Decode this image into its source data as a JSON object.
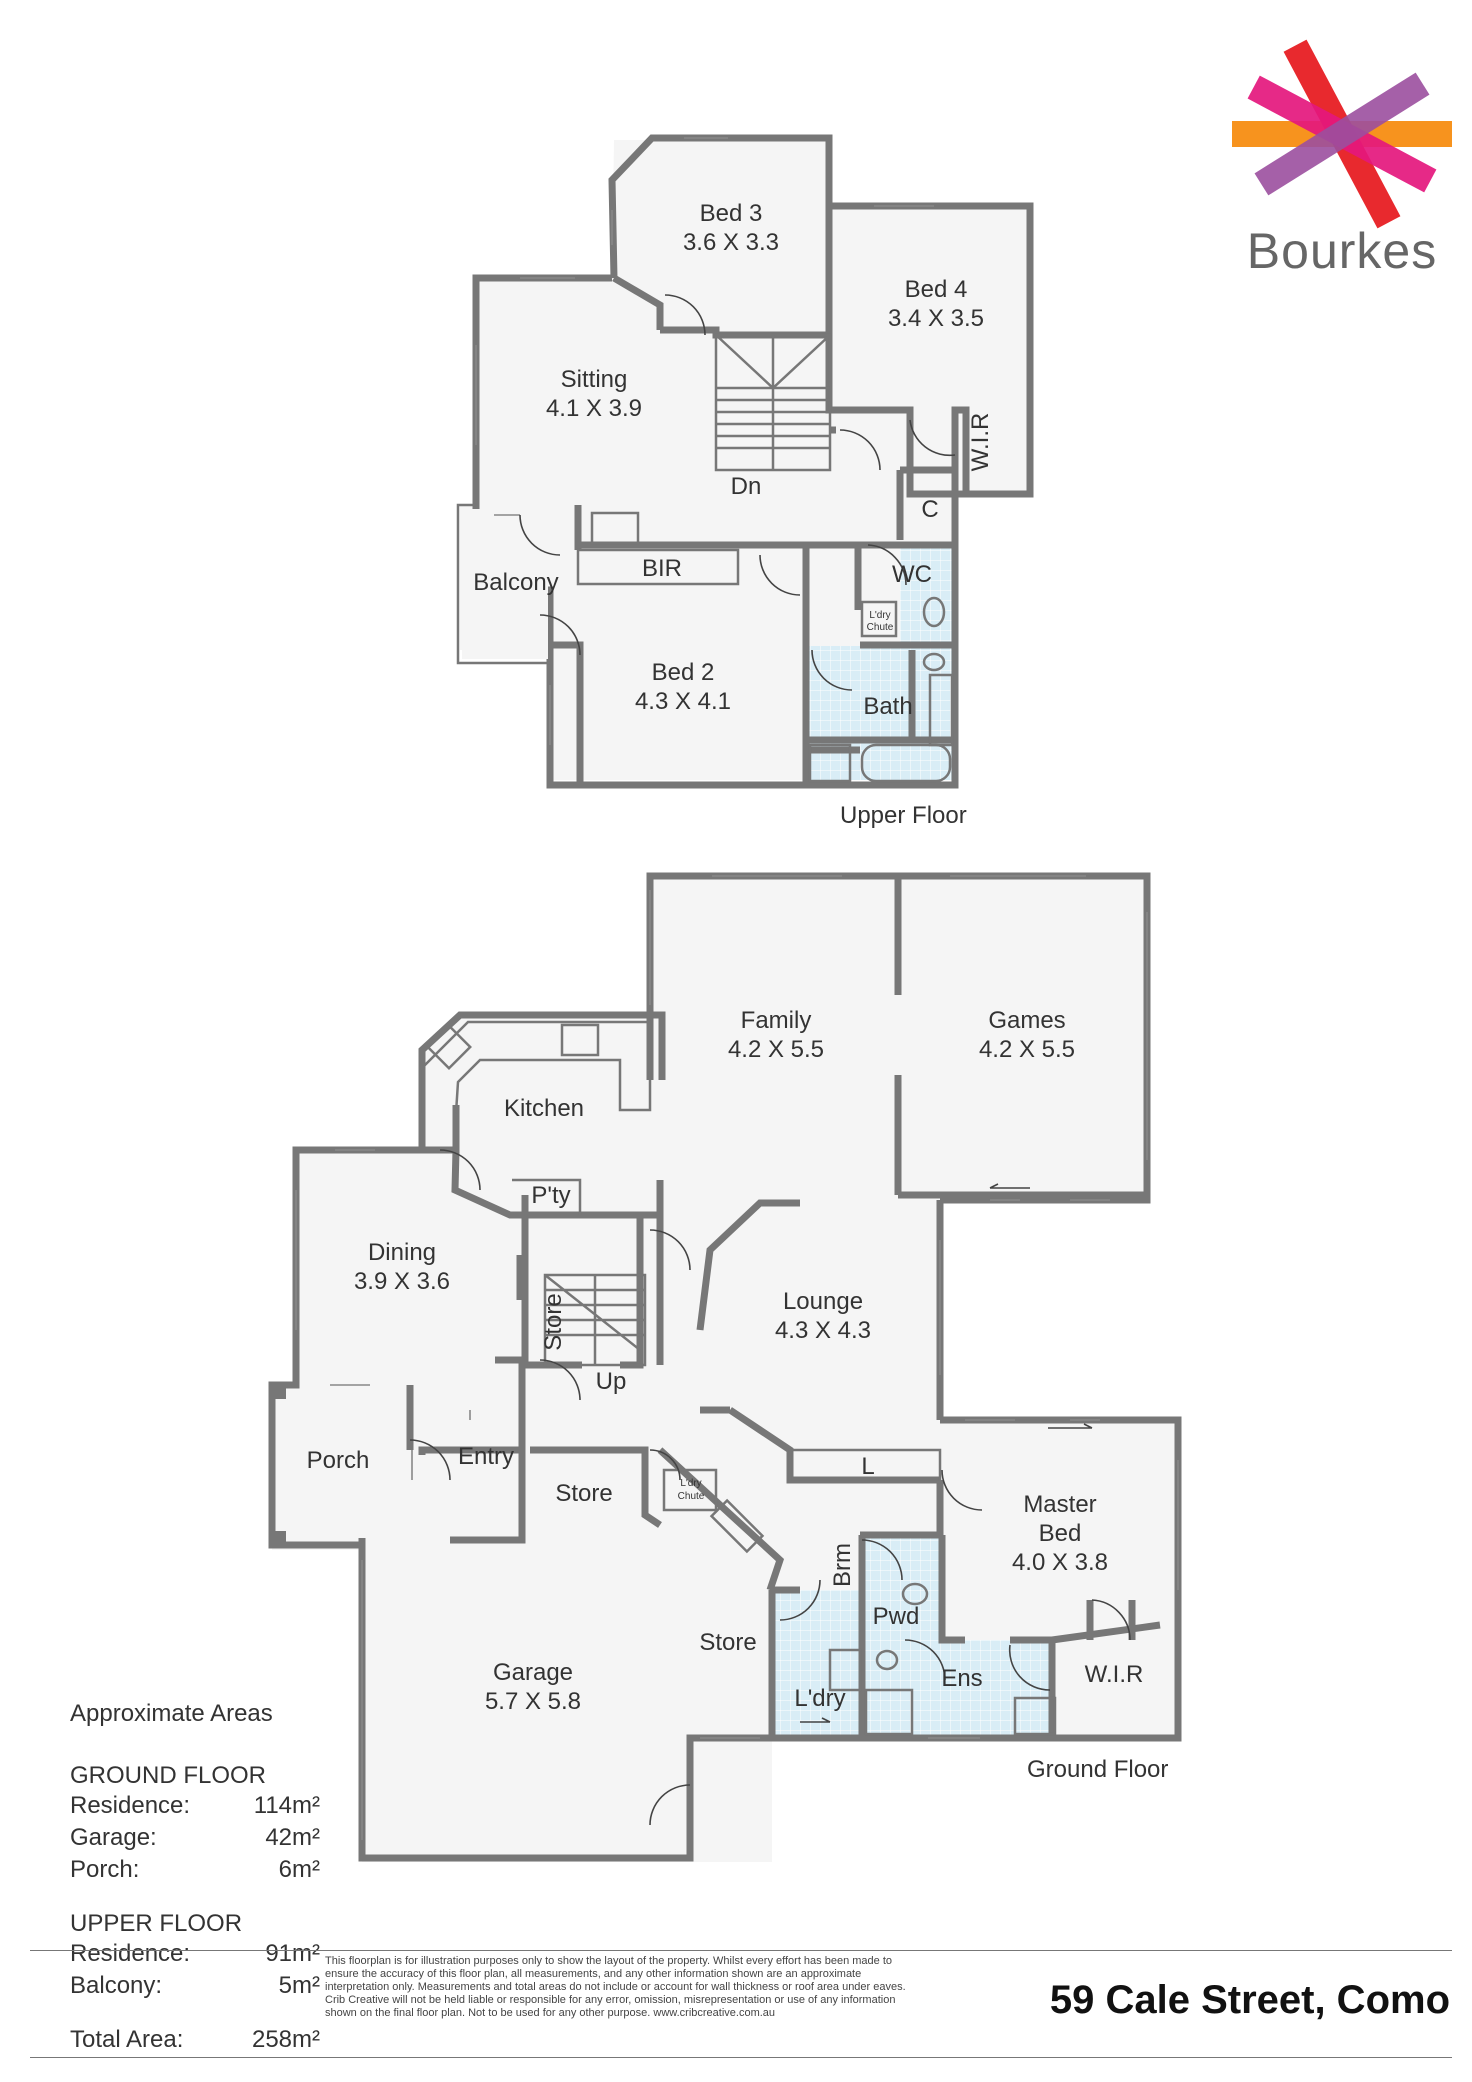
{
  "brand": {
    "name": "Bourkes",
    "colors": {
      "red": "#e8292e",
      "pink": "#e4177d",
      "orange": "#f7931e",
      "purple": "#9b4f9e"
    }
  },
  "upper_floor": {
    "title": "Upper Floor",
    "rooms": {
      "bed3": {
        "name": "Bed 3",
        "size": "3.6 X 3.3"
      },
      "bed4": {
        "name": "Bed 4",
        "size": "3.4 X 3.5"
      },
      "sitting": {
        "name": "Sitting",
        "size": "4.1 X 3.9"
      },
      "bed2": {
        "name": "Bed 2",
        "size": "4.3 X 4.1"
      },
      "balcony": "Balcony",
      "bir": "BIR",
      "wc": "WC",
      "bath": "Bath",
      "c": "C",
      "wir": "W.I.R",
      "dn": "Dn",
      "ldry_chute_1": "L'dry",
      "ldry_chute_2": "Chute"
    }
  },
  "ground_floor": {
    "title": "Ground Floor",
    "rooms": {
      "family": {
        "name": "Family",
        "size": "4.2 X 5.5"
      },
      "games": {
        "name": "Games",
        "size": "4.2 X 5.5"
      },
      "kitchen": "Kitchen",
      "pantry": "P'ty",
      "dining": {
        "name": "Dining",
        "size": "3.9 X 3.6"
      },
      "lounge": {
        "name": "Lounge",
        "size": "4.3 X 4.3"
      },
      "store_stair": "Store",
      "up": "Up",
      "porch": "Porch",
      "entry": "Entry",
      "store_entry": "Store",
      "ldry_chute_1": "L'dry",
      "ldry_chute_2": "Chute",
      "l": "L",
      "master": {
        "name_1": "Master",
        "name_2": "Bed",
        "size": "4.0 X 3.8"
      },
      "brm": "Brm",
      "pwd": "Pwd",
      "ens": "Ens",
      "wir": "W.I.R",
      "store_garage": "Store",
      "ldry": "L'dry",
      "garage": {
        "name": "Garage",
        "size": "5.7 X 5.8"
      }
    }
  },
  "areas": {
    "heading": "Approximate Areas",
    "ground_title": "GROUND FLOOR",
    "ground": [
      {
        "label": "Residence:",
        "value": "114m²"
      },
      {
        "label": "Garage:",
        "value": "42m²"
      },
      {
        "label": "Porch:",
        "value": "6m²"
      }
    ],
    "upper_title": "UPPER FLOOR",
    "upper": [
      {
        "label": "Residence:",
        "value": "91m²"
      },
      {
        "label": "Balcony:",
        "value": "5m²"
      }
    ],
    "total": {
      "label": "Total Area:",
      "value": "258m²"
    }
  },
  "disclaimer": "This floorplan is for illustration purposes only to show the layout of the property. Whilst every effort has been made to ensure the accuracy of this floor plan, all measurements, and any other information shown are an approximate interpretation only. Measurements and total areas do not include or account for wall thickness or roof area under eaves. Crib Creative will not be held liable or responsible for any error, omission, misrepresentation or use of any information shown on the final floor plan. Not to be used for any other purpose. www.cribcreative.com.au",
  "address": "59 Cale Street, Como"
}
